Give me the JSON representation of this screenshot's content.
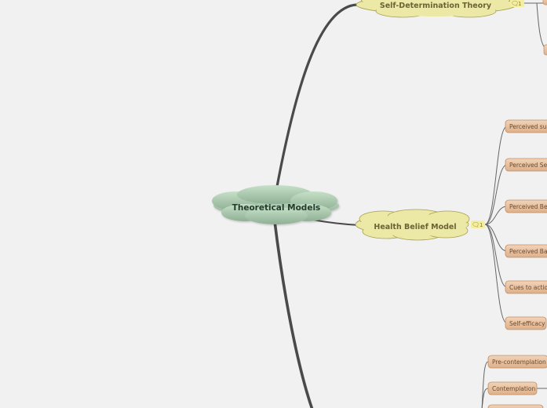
{
  "central_topic": "Theoretical Models",
  "topics": [
    {
      "id": "sdt",
      "label": "Self-Determination Theory",
      "note_count": "1",
      "children": []
    },
    {
      "id": "hbm",
      "label": "Health Belief Model",
      "note_count": "1",
      "children": [
        "Perceived susceptibility",
        "Perceived Severity",
        "Perceived Benefits",
        "Perceived Barriers",
        "Cues to action",
        "Self-efficacy"
      ]
    },
    {
      "id": "ttm",
      "label": "",
      "children": [
        "Pre-contemplation",
        "Contemplation"
      ]
    }
  ],
  "colors": {
    "background": "#f1f1f1",
    "central_fill": "#a9c8ae",
    "subtopic_fill": "#ece9a6",
    "leaf_fill": "#e9c1a0",
    "connector": "#555555"
  },
  "icons": {
    "note": "speech-bubble-icon"
  }
}
